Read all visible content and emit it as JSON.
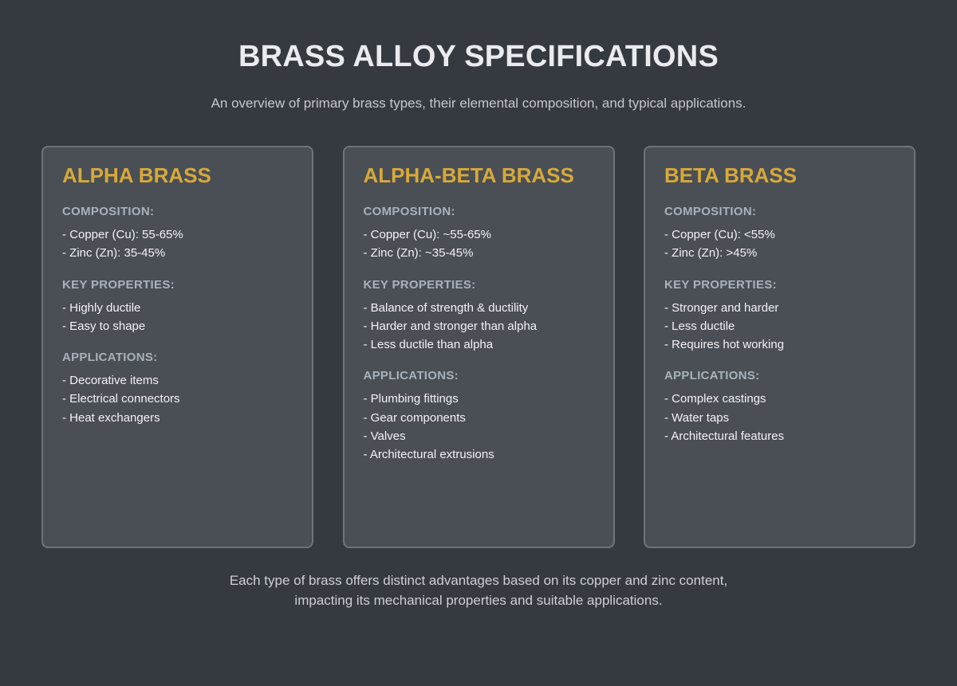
{
  "header": {
    "title": "BRASS ALLOY SPECIFICATIONS",
    "subtitle": "An overview of primary brass types, their elemental composition, and typical applications."
  },
  "section_labels": {
    "composition": "COMPOSITION:",
    "properties": "KEY PROPERTIES:",
    "applications": "APPLICATIONS:"
  },
  "cards": [
    {
      "title": "ALPHA BRASS",
      "composition": [
        "- Copper (Cu): 55-65%",
        "- Zinc (Zn): 35-45%"
      ],
      "properties": [
        "- Highly ductile",
        "- Easy to shape"
      ],
      "applications": [
        "- Decorative items",
        "- Electrical connectors",
        "- Heat exchangers"
      ]
    },
    {
      "title": "ALPHA-BETA BRASS",
      "composition": [
        "- Copper (Cu): ~55-65%",
        "- Zinc (Zn): ~35-45%"
      ],
      "properties": [
        "- Balance of strength & ductility",
        "- Harder and stronger than alpha",
        "- Less ductile than alpha"
      ],
      "applications": [
        "- Plumbing fittings",
        "- Gear components",
        "- Valves",
        "- Architectural extrusions"
      ]
    },
    {
      "title": "BETA BRASS",
      "composition": [
        "- Copper (Cu): <55%",
        "- Zinc (Zn): >45%"
      ],
      "properties": [
        "- Stronger and harder",
        "- Less ductile",
        "- Requires hot working"
      ],
      "applications": [
        "- Complex castings",
        "- Water taps",
        "- Architectural features"
      ]
    }
  ],
  "footer": {
    "line1": "Each type of brass offers distinct advantages based on its copper and zinc content,",
    "line2": "impacting its mechanical properties and suitable applications."
  }
}
